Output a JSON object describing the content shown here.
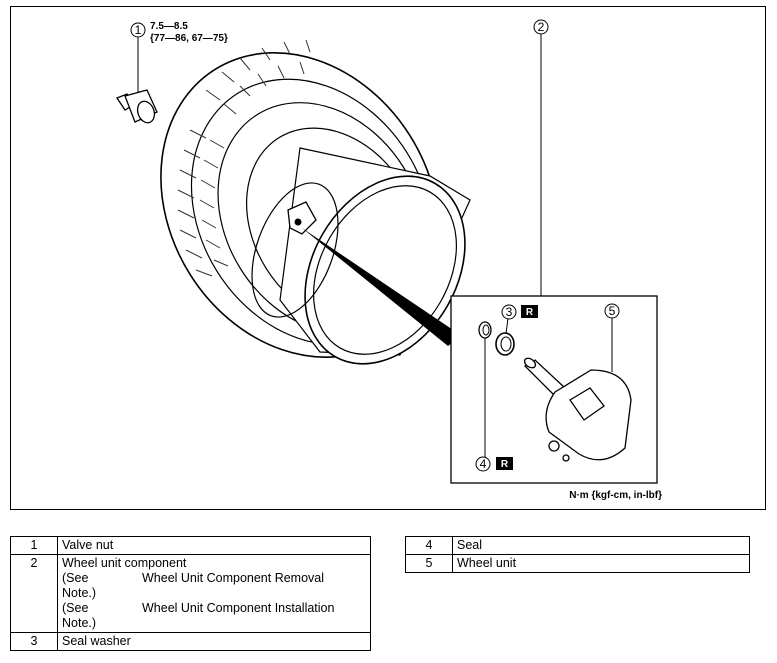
{
  "callouts": {
    "c1": "1",
    "c2": "2",
    "c3": "3",
    "c4": "4",
    "c5": "5",
    "r_mark": "R"
  },
  "torque": {
    "line1": "7.5—8.5",
    "line2": "{77—86, 67—75}",
    "unit": "N·m {kgf-cm, in-lbf}"
  },
  "legend": {
    "left": [
      {
        "num": "1",
        "name": "Valve nut"
      },
      {
        "num": "2",
        "name": "Wheel unit component",
        "notes": [
          {
            "see": "(See",
            "ref": "Wheel Unit Component Removal",
            "tail": "Note.)"
          },
          {
            "see": "(See",
            "ref": "Wheel Unit Component Installation",
            "tail": "Note.)"
          }
        ]
      },
      {
        "num": "3",
        "name": "Seal washer"
      }
    ],
    "right": [
      {
        "num": "4",
        "name": "Seal"
      },
      {
        "num": "5",
        "name": "Wheel unit"
      }
    ]
  }
}
